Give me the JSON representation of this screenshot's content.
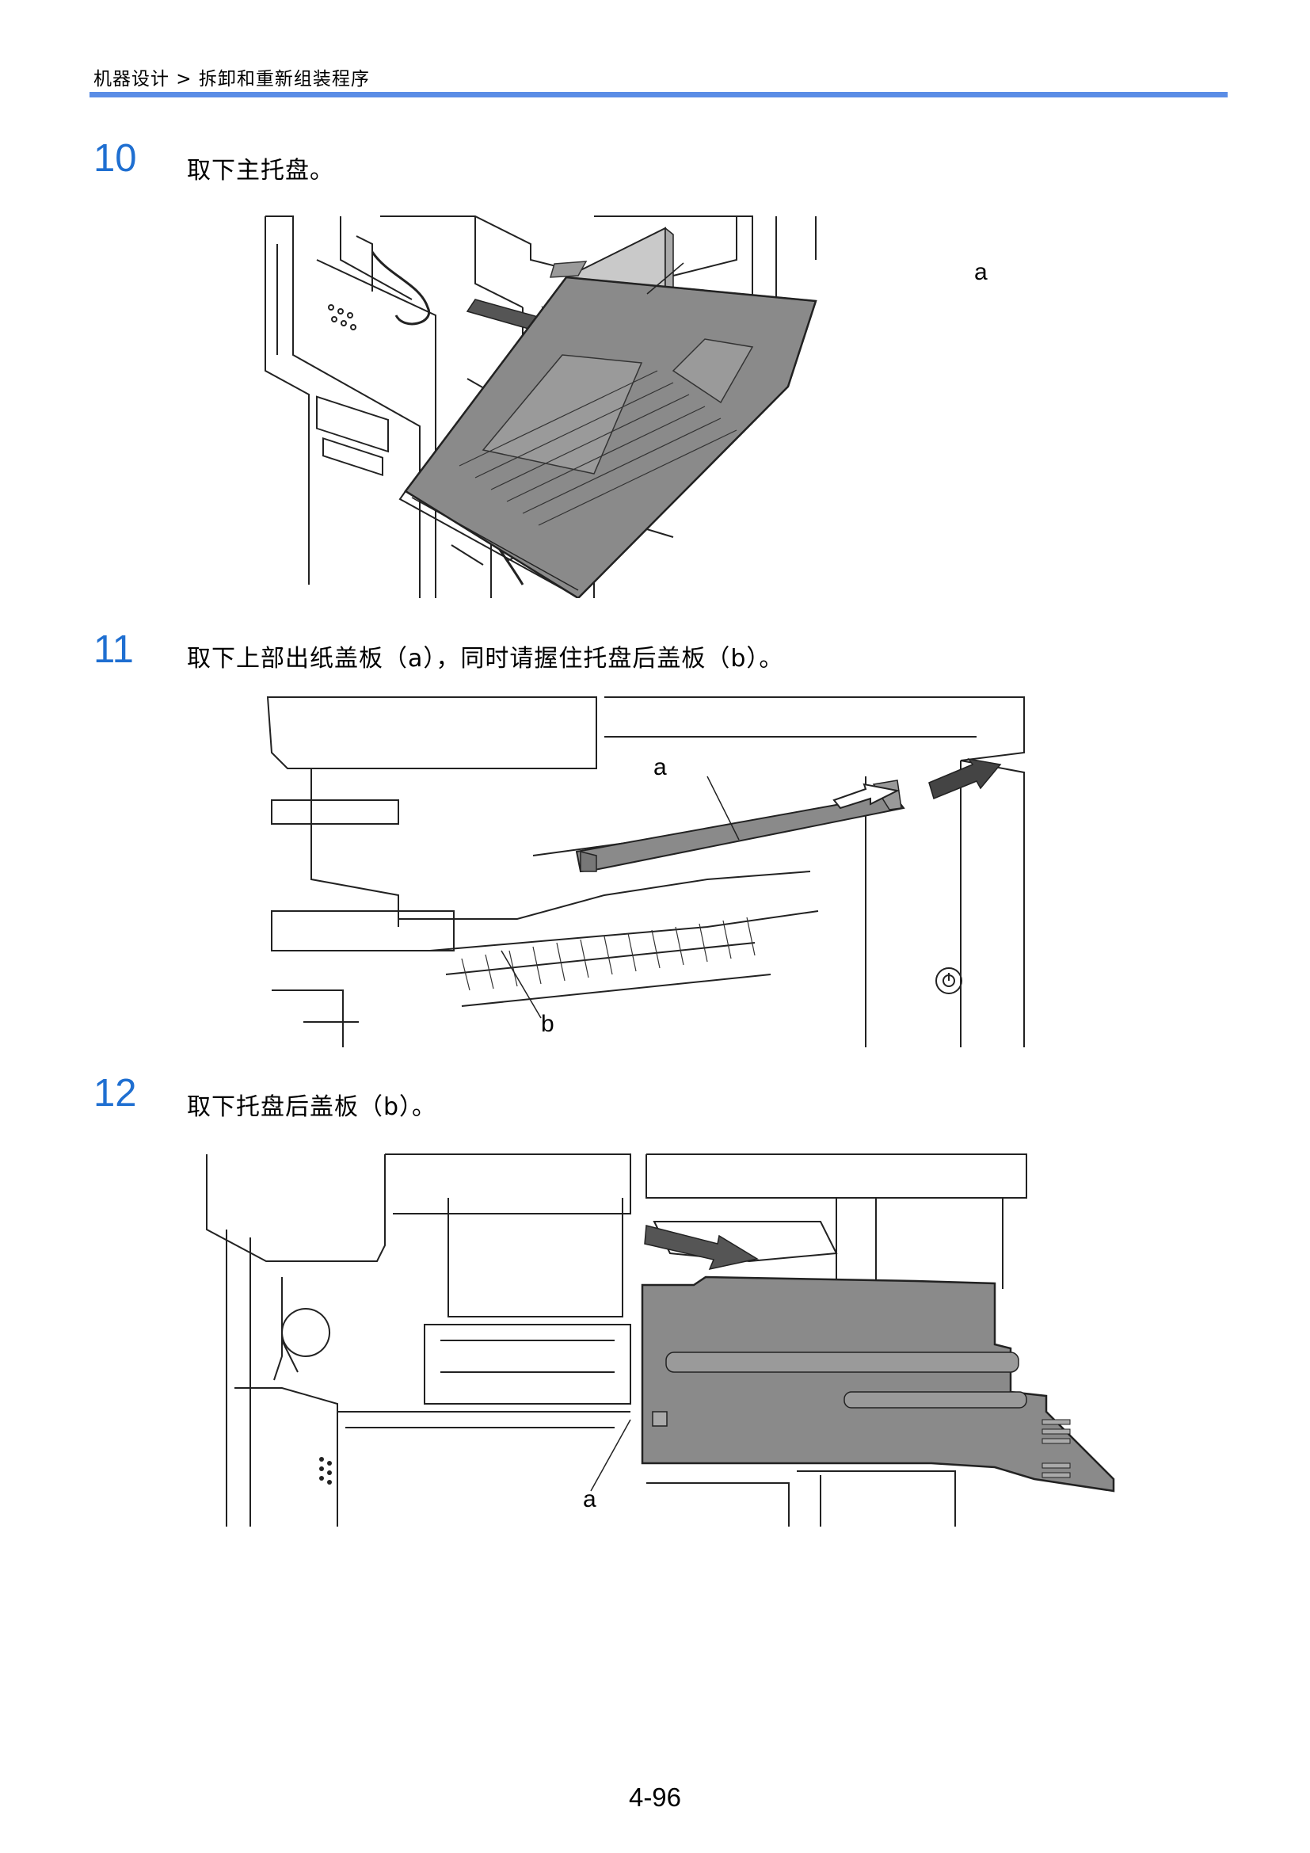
{
  "header": {
    "breadcrumb": "机器设计 > 拆卸和重新组装程序"
  },
  "steps": [
    {
      "number": "10",
      "text": "取下主托盘。",
      "callouts": [
        "a"
      ]
    },
    {
      "number": "11",
      "text": "取下上部出纸盖板（a），同时请握住托盘后盖板（b）。",
      "callouts": [
        "a",
        "b"
      ]
    },
    {
      "number": "12",
      "text": "取下托盘后盖板（b）。",
      "callouts": [
        "a"
      ]
    }
  ],
  "footer": {
    "page_number": "4-96"
  },
  "colors": {
    "step_number": "#1f6fd1",
    "header_rule": "#5a8de6",
    "part_fill": "#8a8a8a",
    "arrow_fill": "#555555"
  },
  "icons": [
    "power-icon"
  ]
}
